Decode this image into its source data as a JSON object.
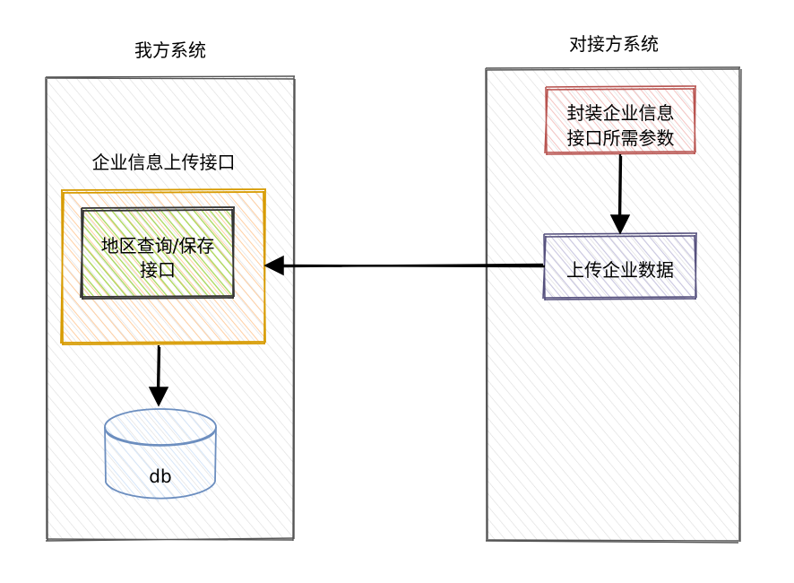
{
  "left_system": {
    "title": "我方系统",
    "interface_title": "企业信息上传接口",
    "query_box": {
      "line1": "地区查询/保存",
      "line2": "接口"
    },
    "db_label": "db"
  },
  "right_system": {
    "title": "对接方系统",
    "params_box": {
      "line1": "封装企业信息",
      "line2": "接口所需参数"
    },
    "upload_box": "上传企业数据"
  },
  "colors": {
    "frame": "#555555",
    "frame_hatch": "#d9d9d9",
    "orange_stroke": "#d79b00",
    "orange_fill": "#ffd9b3",
    "green_stroke": "#333333",
    "green_fill": "#b4e06a",
    "red_stroke": "#b85450",
    "red_fill": "#f8cecc",
    "purple_stroke": "#56517e",
    "purple_fill": "#d0cee2",
    "blue_stroke": "#6c8ebf",
    "blue_fill": "#dae8fc",
    "arrow": "#000000"
  }
}
